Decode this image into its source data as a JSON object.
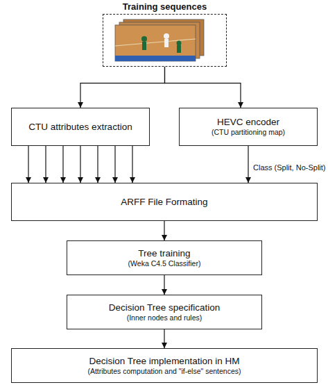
{
  "diagram": {
    "nodes": [
      {
        "text": [
          "Training sequences"
        ]
      },
      {
        "text": [
          "CTU attributes extraction"
        ]
      },
      {
        "text": [
          "HEVC encoder",
          "(CTU partitioning map)"
        ]
      },
      {
        "text": [
          "ARFF File Formating"
        ]
      },
      {
        "text": [
          "Tree training",
          "(Weka C4.5 Classifier)"
        ]
      },
      {
        "text": [
          "Decision Tree specification",
          "(Inner nodes and rules)"
        ]
      },
      {
        "text": [
          "Decision Tree implementation in HM",
          "(Attributes computation and \"if-else\" sentences)"
        ]
      }
    ],
    "edges": [
      {
        "from": 0,
        "to": 1,
        "arrow": "to"
      },
      {
        "from": 0,
        "to": 2,
        "arrow": "to"
      },
      {
        "from": 1,
        "to": 3,
        "arrow": "to"
      },
      {
        "from": 1,
        "to": 3,
        "arrow": "to"
      },
      {
        "from": 1,
        "to": 3,
        "arrow": "to"
      },
      {
        "from": 1,
        "to": 3,
        "arrow": "to"
      },
      {
        "from": 1,
        "to": 3,
        "arrow": "to"
      },
      {
        "from": 1,
        "to": 3,
        "arrow": "to"
      },
      {
        "from": 1,
        "to": 3,
        "arrow": "to"
      },
      {
        "from": 2,
        "to": 3,
        "label": "Class (Split, No-Split)",
        "arrow": "to"
      },
      {
        "from": 3,
        "to": 4,
        "arrow": "to"
      },
      {
        "from": 4,
        "to": 5,
        "arrow": "to"
      },
      {
        "from": 5,
        "to": 6,
        "arrow": "to"
      }
    ]
  }
}
